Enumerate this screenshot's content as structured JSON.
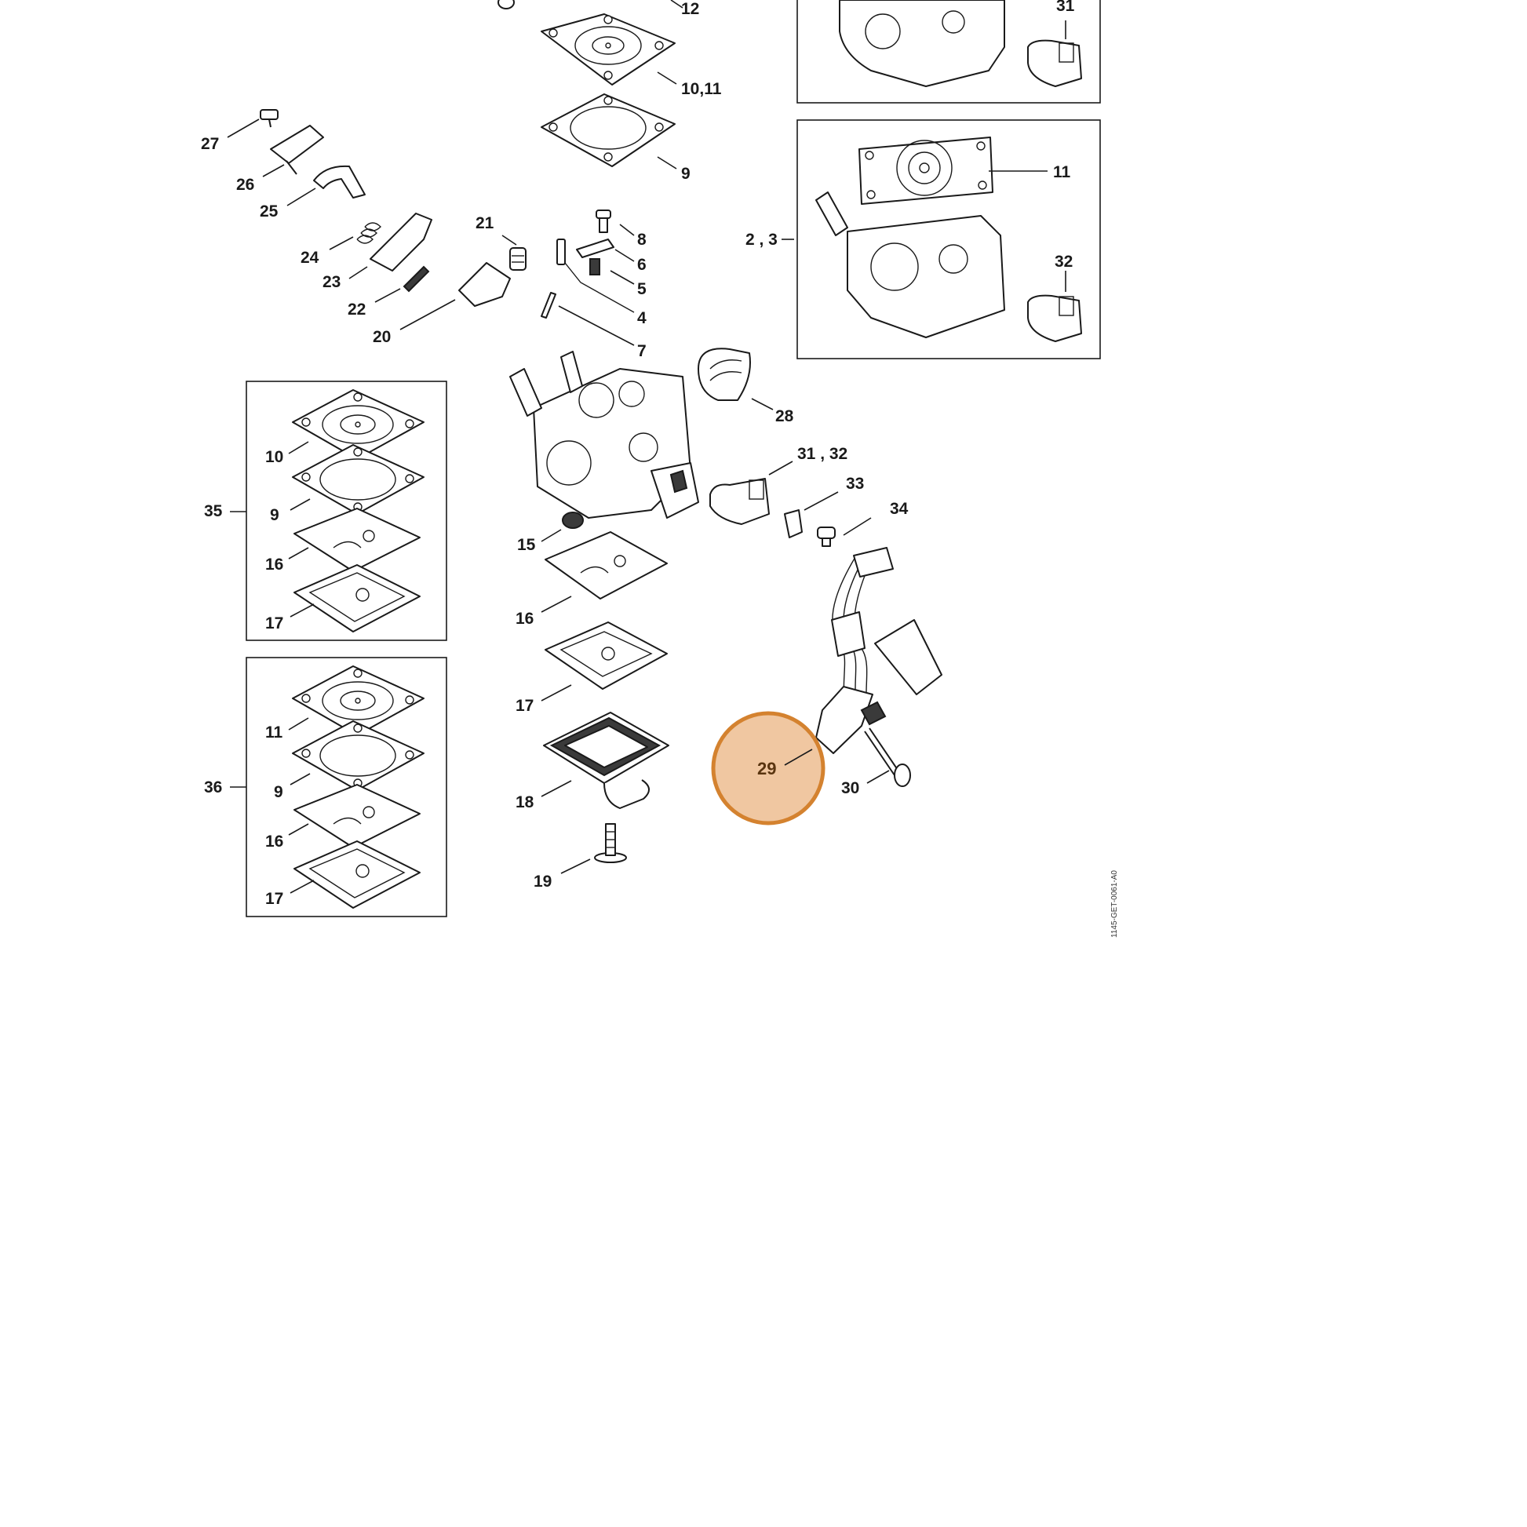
{
  "diagram": {
    "highlight": {
      "label": "29",
      "fill": "#f0c7a1",
      "stroke": "#d4822f"
    },
    "drawing_code": "1145-GET-0061-A0",
    "labels": {
      "l12": "12",
      "l10_11": "10,11",
      "l9a": "9",
      "l31_top": "31",
      "l11_box": "11",
      "l2_3": "2 , 3",
      "l32_box": "32",
      "l27": "27",
      "l26": "26",
      "l25": "25",
      "l24": "24",
      "l23": "23",
      "l22": "22",
      "l20": "20",
      "l21": "21",
      "l8": "8",
      "l6": "6",
      "l5": "5",
      "l4": "4",
      "l7": "7",
      "l28": "28",
      "l31_32": "31 , 32",
      "l33": "33",
      "l34": "34",
      "l15": "15",
      "l16": "16",
      "l17": "17",
      "l18": "18",
      "l19": "19",
      "l30": "30",
      "l35": "35",
      "l35_10": "10",
      "l35_9": "9",
      "l35_16": "16",
      "l35_17": "17",
      "l36": "36",
      "l36_11": "11",
      "l36_9": "9",
      "l36_16": "16",
      "l36_17": "17"
    }
  }
}
